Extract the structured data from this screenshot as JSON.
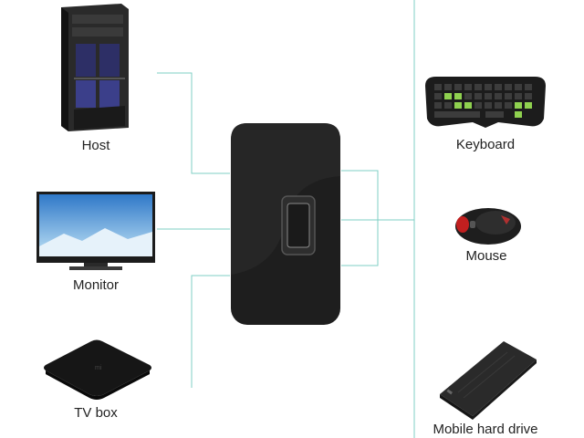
{
  "devices": {
    "left": [
      {
        "label": "Host",
        "icon": "desktop-tower-icon"
      },
      {
        "label": "Monitor",
        "icon": "monitor-icon"
      },
      {
        "label": "TV box",
        "icon": "tv-box-icon"
      }
    ],
    "right": [
      {
        "label": "Keyboard",
        "icon": "keyboard-icon"
      },
      {
        "label": "Mouse",
        "icon": "mouse-icon"
      },
      {
        "label": "Mobile hard drive",
        "icon": "hard-drive-icon"
      }
    ]
  },
  "switch": {
    "icon": "usb-switch-icon"
  },
  "colors": {
    "connector_line": "#7fcfc4",
    "device_body": "#1e1e1e",
    "background": "#ffffff"
  }
}
